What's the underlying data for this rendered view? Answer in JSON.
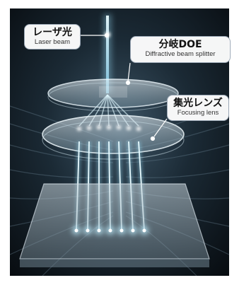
{
  "callouts": {
    "laser": {
      "ja": "レーザ光",
      "en": "Laser beam"
    },
    "doe": {
      "ja": "分岐DOE",
      "en": "Diffractive beam splitter"
    },
    "lens": {
      "ja": "集光レンズ",
      "en": "Focusing lens"
    }
  },
  "colors": {
    "background_dark": "#0b1218",
    "beam": "#bfefff",
    "glass": "#e6f3f8",
    "callout_border": "#9aa7b5"
  },
  "beam_count": 7
}
